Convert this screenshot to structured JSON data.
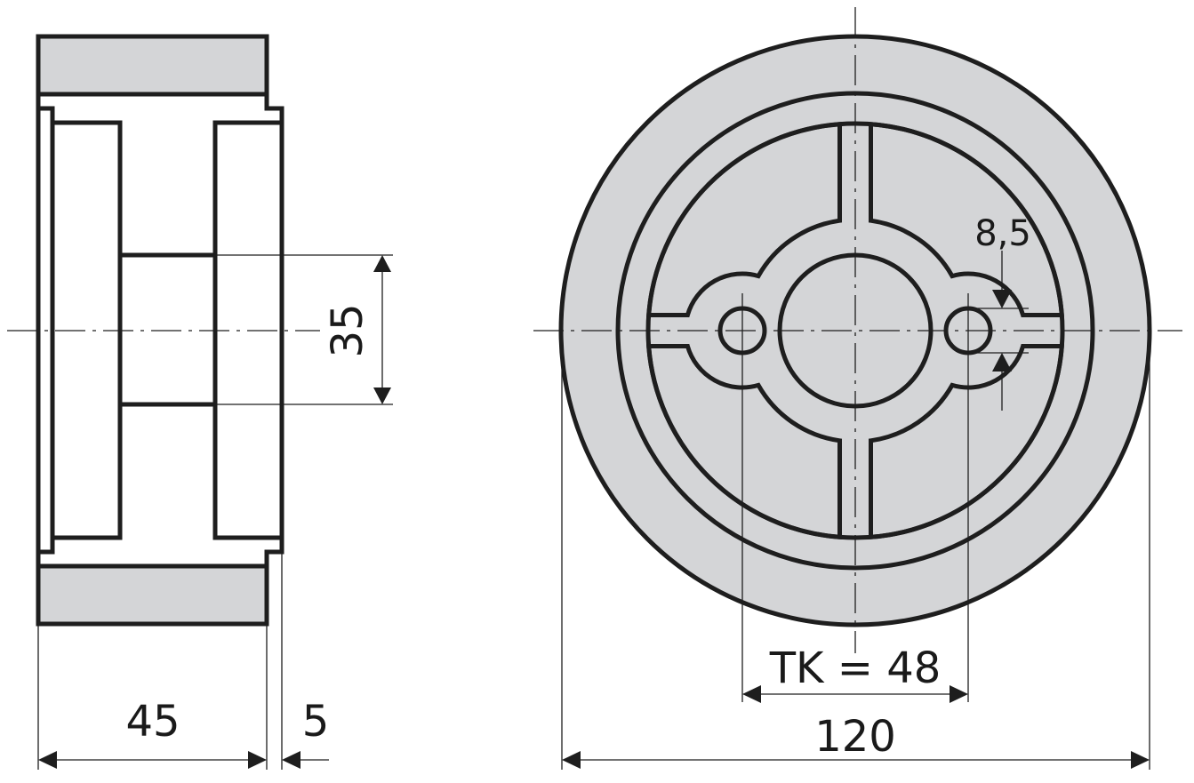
{
  "title": "Wheel technical drawing",
  "colors": {
    "tire": "#d4d5d7",
    "line": "#1e1e1e"
  },
  "dimensions": {
    "bore": "35",
    "width": "45",
    "offset": "5",
    "bolt_circle": "TK = 48",
    "diameter": "120",
    "hole": "8,5"
  }
}
